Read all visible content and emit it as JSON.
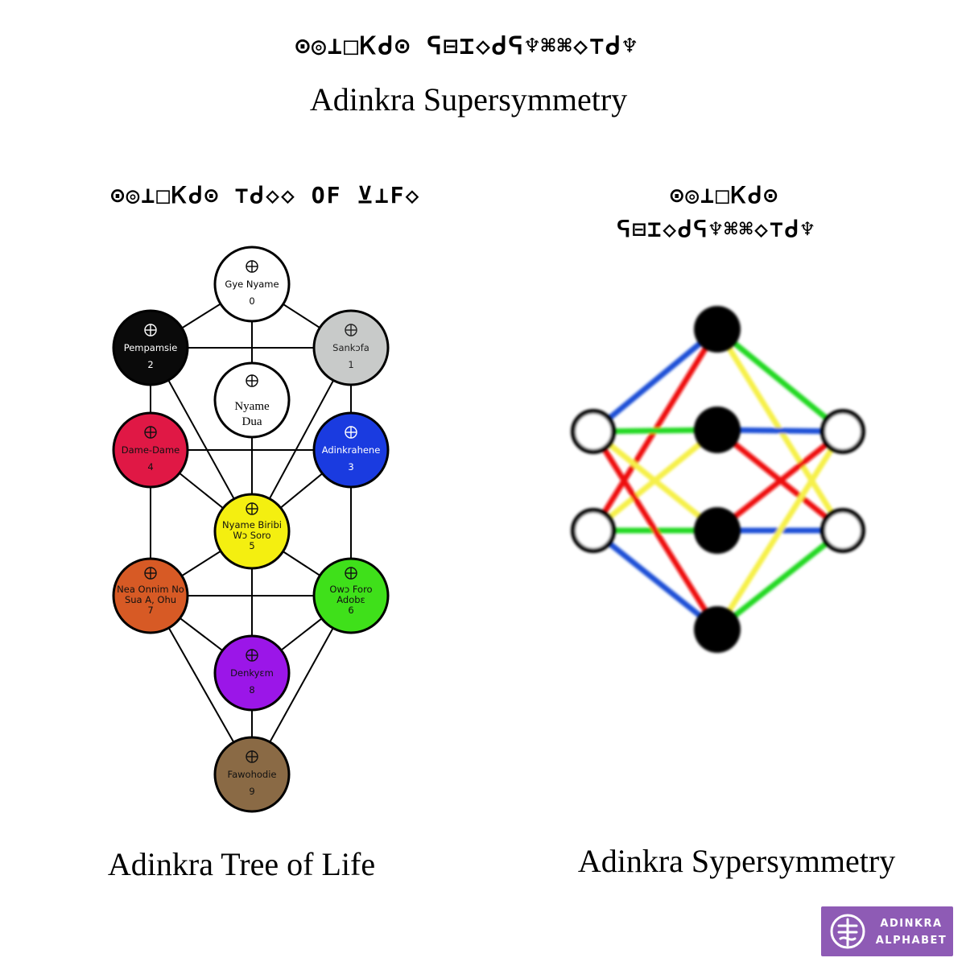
{
  "header": {
    "glyph_title": "⊙◎⊥□Ꮶᑯ⊙ ᕋ⊟⌶◇ᑯᕋ♆⌘⌘◇⊤ᑯ♆",
    "title": "Adinkra Supersymmetry"
  },
  "left_panel": {
    "glyph_title": "⊙◎⊥□Ꮶᑯ⊙ ⊤ᑯ◇◇ OF ⊻⊥F◇",
    "caption": "Adinkra Tree of Life",
    "nodes": [
      {
        "name": "Gye Nyame",
        "number": "0",
        "color": "#ffffff",
        "text_color": "#000000"
      },
      {
        "name": "Sankɔfa",
        "number": "1",
        "color": "#c8cac9",
        "text_color": "#222222"
      },
      {
        "name": "Pempamsie",
        "number": "2",
        "color": "#0a0a0a",
        "text_color": "#ffffff"
      },
      {
        "name": "Nyame Dua",
        "number": "",
        "color": "#ffffff",
        "text_color": "#000000"
      },
      {
        "name": "Adinkrahene",
        "number": "3",
        "color": "#1a3be0",
        "text_color": "#ffffff"
      },
      {
        "name": "Dame-Dame",
        "number": "4",
        "color": "#e01845",
        "text_color": "#111111"
      },
      {
        "name": "Nyame Biribi Wɔ Soro",
        "number": "5",
        "color": "#f4ef10",
        "text_color": "#111111"
      },
      {
        "name": "Owɔ Foro Adobɛ",
        "number": "6",
        "color": "#3fe01a",
        "text_color": "#111111"
      },
      {
        "name": "Nea Onnim No Sua A, Ohu",
        "number": "7",
        "color": "#d75a25",
        "text_color": "#111111"
      },
      {
        "name": "Denkyɛm",
        "number": "8",
        "color": "#9b16e8",
        "text_color": "#111111"
      },
      {
        "name": "Fawohodie",
        "number": "9",
        "color": "#8a6a45",
        "text_color": "#111111"
      }
    ]
  },
  "right_panel": {
    "glyph_title_line1": "⊙◎⊥□Ꮶᑯ⊙",
    "glyph_title_line2": "ᕋ⊟⌶◇ᑯᕋ♆⌘⌘◇⊤ᑯ♆",
    "caption": "Adinkra Sypersymmetry",
    "edge_colors": {
      "blue": "#1f4fd6",
      "red": "#ee1111",
      "green": "#22d822",
      "yellow": "#f6f04a"
    }
  },
  "logo": {
    "line1": "ADINKRA",
    "line2": "ALPHABET",
    "background": "#8e5bb5"
  }
}
